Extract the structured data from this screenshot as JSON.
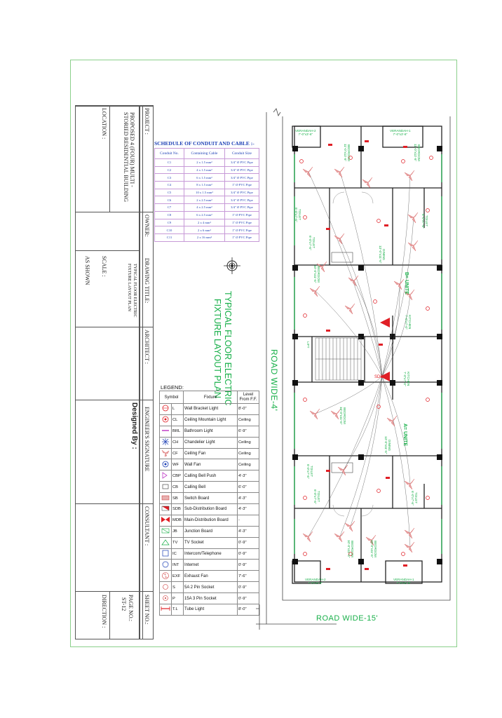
{
  "title_block": {
    "project_label": "PROJECT :",
    "project_value": [
      "PROPOSED 4 (FOUR) MULTI -",
      "STORIED RESIDENTIAL BUILDING"
    ],
    "location_label": "LOCATION :",
    "owner_label": "OWNER:",
    "drawing_title_label": "DRAWING TITLE:",
    "drawing_title_value": [
      "TYPICAL FLOOR ELECTRIC",
      "FIXTURE LAYOUT PLAN"
    ],
    "scale_label": "SCALE :",
    "scale_value": "AS SHOWN",
    "architect_label": "ARCHITECT :",
    "engineer_label": "ENGINEER'S SIGNATURE",
    "designed_by": "Designed By :",
    "consultant_label": "CONSULTANT :",
    "sheet_label": "SHEET NO.:",
    "page_label": "PAGE NO.:",
    "page_value": "ST-12",
    "direction_label": "DIRECTION :"
  },
  "schedule": {
    "title": "SCHEDULE OF CONDUIT AND CABLE :-",
    "headers": [
      "Conduit No.",
      "Containing Cable",
      "Conduit Size"
    ],
    "rows": [
      [
        "C1",
        "2 x 1.5 mm²",
        "3/4\" Ø PVC Pipe"
      ],
      [
        "C2",
        "4 x 1.5 mm²",
        "3/4\" Ø PVC Pipe"
      ],
      [
        "C3",
        "6 x 1.5 mm²",
        "3/4\" Ø PVC Pipe"
      ],
      [
        "C4",
        "8 x 1.5 mm²",
        "1\" Ø PVC Pipe"
      ],
      [
        "C5",
        "10 x 1.5 mm²",
        "3/4\" Ø PVC Pipe"
      ],
      [
        "C6",
        "2 x 2.5 mm²",
        "3/4\" Ø PVC Pipe"
      ],
      [
        "C7",
        "4 x 2.5 mm²",
        "3/4\" Ø PVC Pipe"
      ],
      [
        "C8",
        "6 x 2.5 mm²",
        "1\" Ø PVC Pipe"
      ],
      [
        "C9",
        "2 x 4 mm²",
        "1\" Ø PVC Pipe"
      ],
      [
        "C10",
        "2 x 6 mm²",
        "1\" Ø PVC Pipe"
      ],
      [
        "C11",
        "2 x 16 mm²",
        "1\" Ø PVC Pipe"
      ]
    ]
  },
  "plan_title": [
    "TYPICAL FLOOR ELECTRIC",
    "FIXTURE LAYOUT PLAN"
  ],
  "road_side": "ROAD WIDE-4'",
  "road_bottom": "ROAD WIDE-15'",
  "unit_b": "B= UNITE",
  "unit_a": "A= UNITE",
  "sdb_label": "SDB",
  "rooms": {
    "verandah_1_top": [
      "VERANDAH-1",
      "7'-0\"x3'-6\""
    ],
    "verandah_2_top": [
      "VERANDAH-2",
      "7'-0\"x3'-6\""
    ],
    "verandah_1_bottom": [
      "VERANDAH-1",
      "7'-0\"x3'-6\""
    ],
    "verandah_2_bottom": [
      "VERANDAH-2",
      "7'-0\"x3'-6\""
    ],
    "bedroom_tr": [
      "BEDROOM",
      "11'-0\"x11'-6\""
    ],
    "bedroom_tl": [
      "BEDROOM",
      "11'-0\"x11'-6\""
    ],
    "bedroom_br": [
      "BEDROOM",
      "10'-0\"x11'-6\""
    ],
    "bedroom_bl": [
      "BEDROOM",
      "10'-0\"x11'-6\""
    ],
    "bedroom_mid_top": [
      "BEDROOM",
      "10'-0\"x11'-6\""
    ],
    "bedroom_mid_bottom": [
      "BEDROOM",
      "10'-0\"x11'-6\""
    ],
    "toilet_1": [
      "TOILET",
      "6'-0\"x7'-6\""
    ],
    "toilet_2": [
      "TOILET",
      "6'-0\"x7'-6\""
    ],
    "toilet_3": [
      "TOILET",
      "6'-0\"x7'-6\""
    ],
    "toilet_4": [
      "TOILET",
      "6'-0\"x7'-6\""
    ],
    "toilet_5": [
      "TOILET",
      "6'-0\"x7'-6\""
    ],
    "toilet_6": [
      "TOILET",
      "6'-0\"x7'-6\""
    ],
    "dining_top": [
      "DINING",
      "13'-0\"x11'-6\""
    ],
    "dining_bottom": [
      "DINING",
      "13'-0\"x11'-6\""
    ],
    "kitchen_top": [
      "KITCHEN",
      "7'-0\"x7'-0\""
    ],
    "kitchen_bottom": [
      "KITCHEN",
      "7'-0\"x7'-0\""
    ],
    "lift": [
      "LIFT"
    ]
  },
  "legend": {
    "title": "LEGEND:",
    "headers": [
      "Symbol",
      "Fixture",
      "Level",
      "From F.F."
    ],
    "rows": [
      {
        "code": "L",
        "fixture": "Wall Bracket Light",
        "level": "8'-0\"",
        "icon": "wall-bracket-light-icon"
      },
      {
        "code": "CL",
        "fixture": "Ceiling Mountain Light",
        "level": "Ceiling",
        "icon": "ceiling-light-icon"
      },
      {
        "code": "BRL",
        "fixture": "Bathroom Light",
        "level": "6'-9\"",
        "icon": "bathroom-light-icon"
      },
      {
        "code": "CH",
        "fixture": "Chandelier Light",
        "level": "Ceiling",
        "icon": "chandelier-icon"
      },
      {
        "code": "CF",
        "fixture": "Ceiling Fan",
        "level": "Ceiling",
        "icon": "ceiling-fan-icon"
      },
      {
        "code": "WF",
        "fixture": "Wall Fan",
        "level": "Ceiling",
        "icon": "wall-fan-icon"
      },
      {
        "code": "CBP",
        "fixture": "Calling Bell Push",
        "level": "4'-3\"",
        "icon": "bell-push-icon"
      },
      {
        "code": "CB",
        "fixture": "Calling Bell",
        "level": "6'-0\"",
        "icon": "calling-bell-icon"
      },
      {
        "code": "SB",
        "fixture": "Switch Board",
        "level": "4'-3\"",
        "icon": "switch-board-icon"
      },
      {
        "code": "SDB",
        "fixture": "Sub-Distribution Board",
        "level": "4'-3\"",
        "icon": "sub-distribution-board-icon"
      },
      {
        "code": "MDB",
        "fixture": "Main-Distribution Board",
        "level": "-",
        "icon": "main-distribution-board-icon"
      },
      {
        "code": "JB",
        "fixture": "Junction Board",
        "level": "4'-3\"",
        "icon": "junction-board-icon"
      },
      {
        "code": "TV",
        "fixture": "TV Socket",
        "level": "0'-9\"",
        "icon": "tv-socket-icon"
      },
      {
        "code": "IC",
        "fixture": "Intercom/Telephone",
        "level": "0'-9\"",
        "icon": "intercom-icon"
      },
      {
        "code": "INT",
        "fixture": "Internet",
        "level": "0'-9\"",
        "icon": "internet-icon"
      },
      {
        "code": "EXF",
        "fixture": "Exhaust Fan",
        "level": "7'-6\"",
        "icon": "exhaust-fan-icon"
      },
      {
        "code": "S",
        "fixture": "5A 2 Pin Socket",
        "level": "0'-9\"",
        "icon": "socket-2pin-icon"
      },
      {
        "code": "P",
        "fixture": "15A 3 Pin Socket",
        "level": "0'-9\"",
        "icon": "socket-3pin-icon"
      },
      {
        "code": "T.L",
        "fixture": "Tube Light",
        "level": "8'-0\"",
        "icon": "tube-light-icon"
      }
    ]
  },
  "colors": {
    "green": "#19b04a",
    "blue": "#1c3fb5",
    "red": "#e01f26",
    "magenta": "#c13fc7",
    "wall": "#222222"
  }
}
